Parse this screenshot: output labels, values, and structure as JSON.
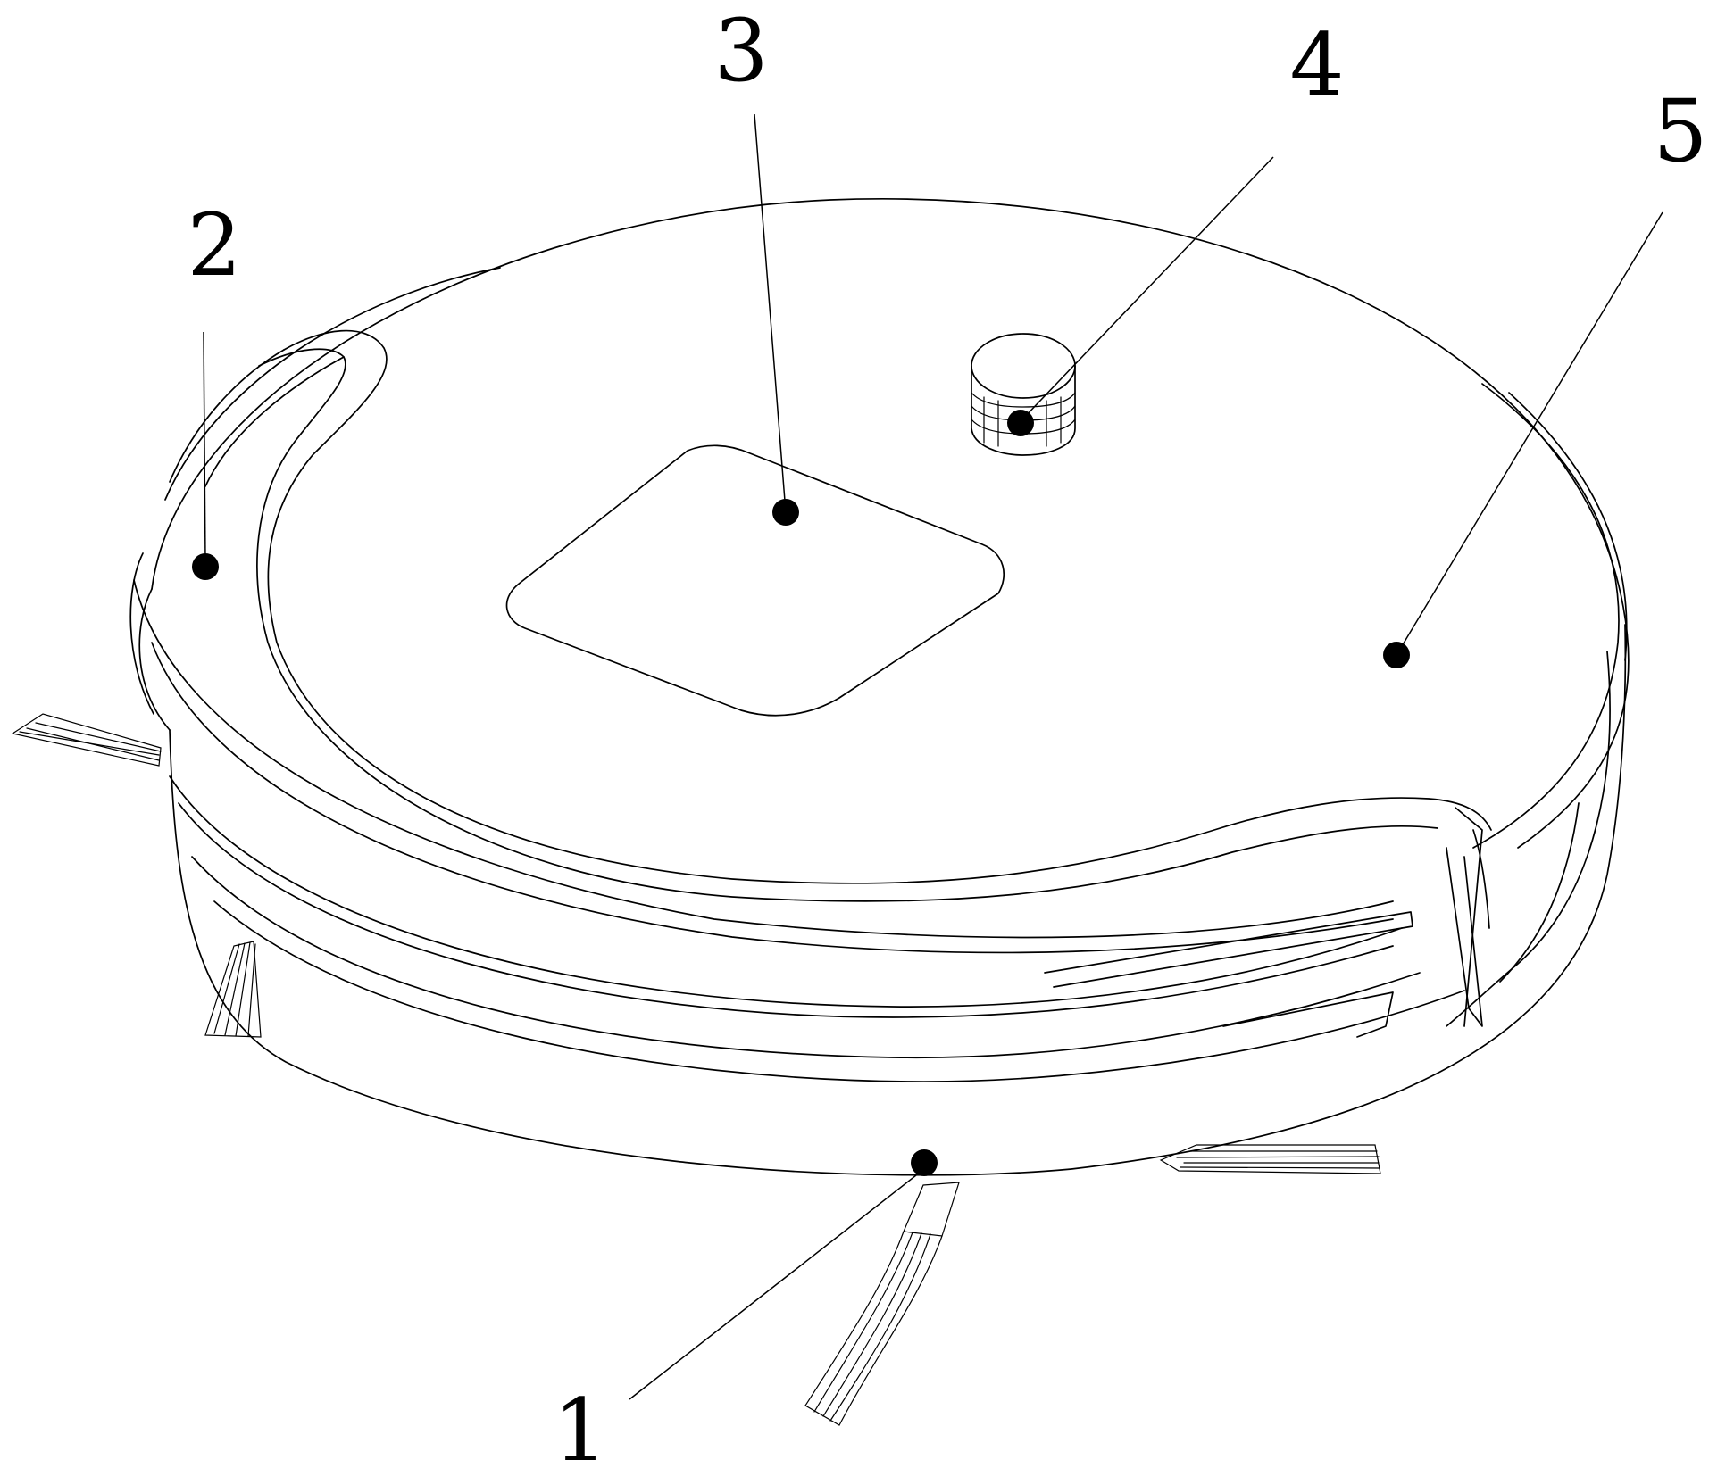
{
  "callouts": [
    {
      "id": "1",
      "label": "1"
    },
    {
      "id": "2",
      "label": "2"
    },
    {
      "id": "3",
      "label": "3"
    },
    {
      "id": "4",
      "label": "4"
    },
    {
      "id": "5",
      "label": "5"
    }
  ]
}
